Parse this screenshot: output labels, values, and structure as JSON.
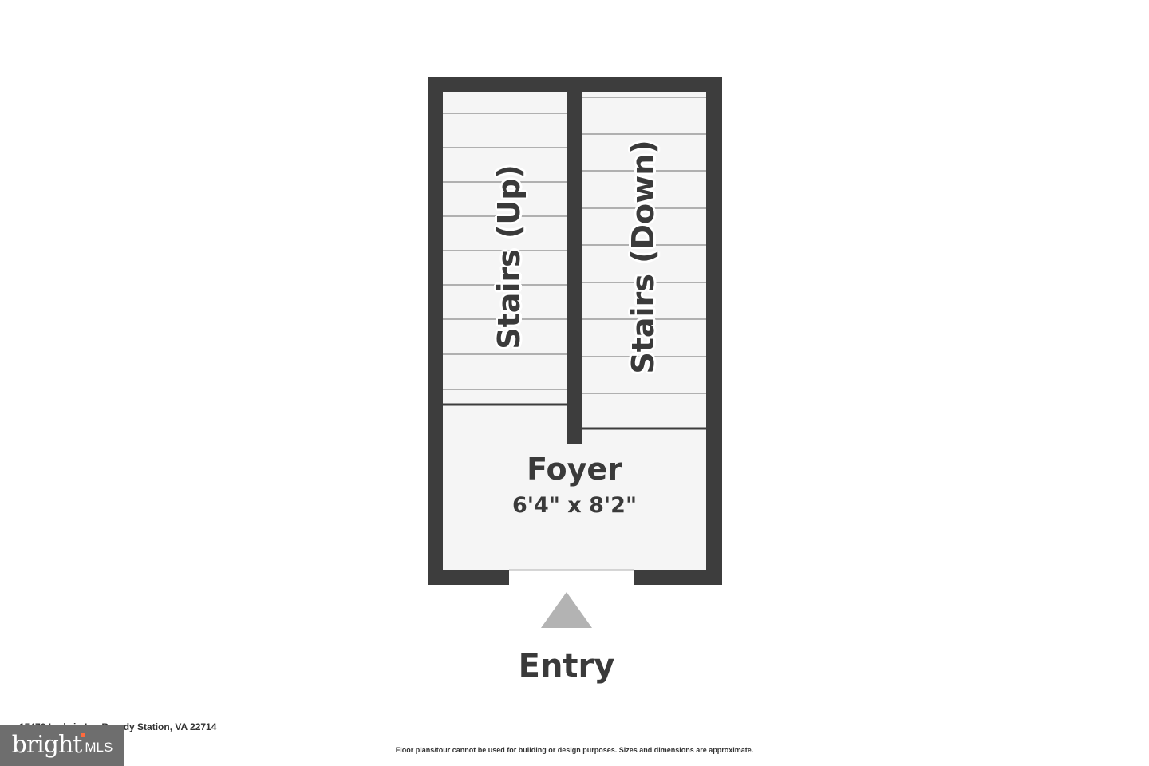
{
  "rooms": {
    "stairs_up": "Stairs (Up)",
    "stairs_down": "Stairs (Down)",
    "foyer": {
      "name": "Foyer",
      "dimensions": "6'4\" x 8'2\""
    }
  },
  "entry_label": "Entry",
  "address": "15470 Ludwig Ln, Brandy Station, VA 22714",
  "disclaimer": "Floor plans/tour cannot be used for building or design purposes. Sizes and dimensions are approximate.",
  "mls_badge": {
    "brand": "bright",
    "suffix": "MLS"
  },
  "colors": {
    "wall": "#3d3d3d",
    "floor": "#f5f5f5",
    "stair_line": "#9a9a9a",
    "entry_arrow": "#b3b3b3",
    "badge_bg": "#6e6e6e",
    "badge_accent": "#ff6a3d"
  },
  "icons": {
    "entry_arrow": "triangle-up-icon"
  }
}
